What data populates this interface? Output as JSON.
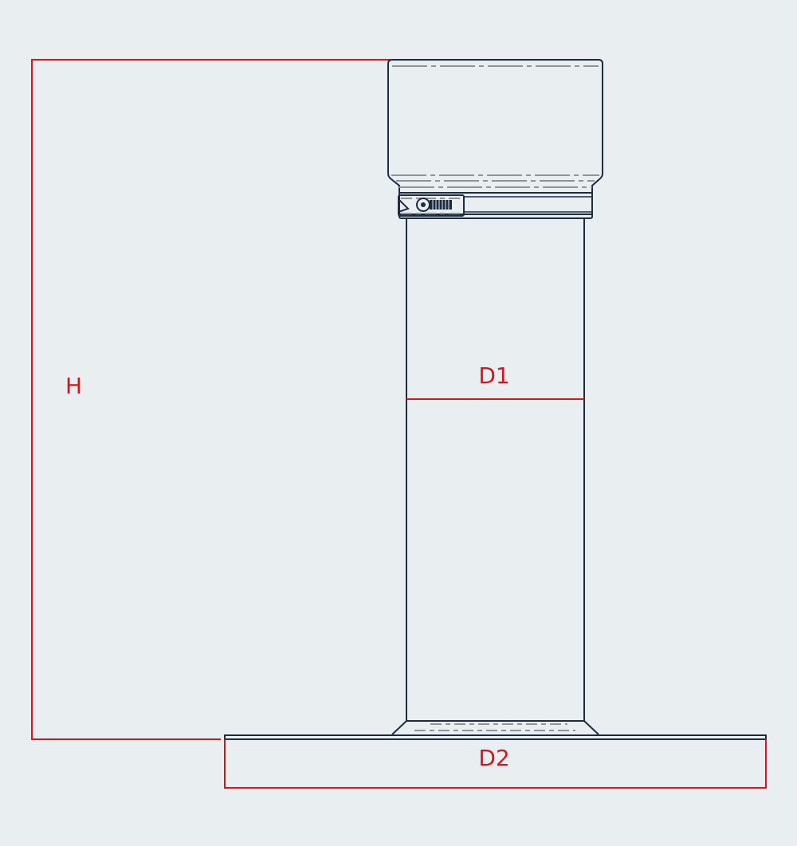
{
  "dimensions": {
    "height_label": "H",
    "inner_diameter_label": "D1",
    "base_diameter_label": "D2"
  },
  "colors": {
    "background": "#e9eef0",
    "outline": "#1c2c45",
    "hidden_lines": "#8e9499",
    "dimension": "#d8141c"
  }
}
